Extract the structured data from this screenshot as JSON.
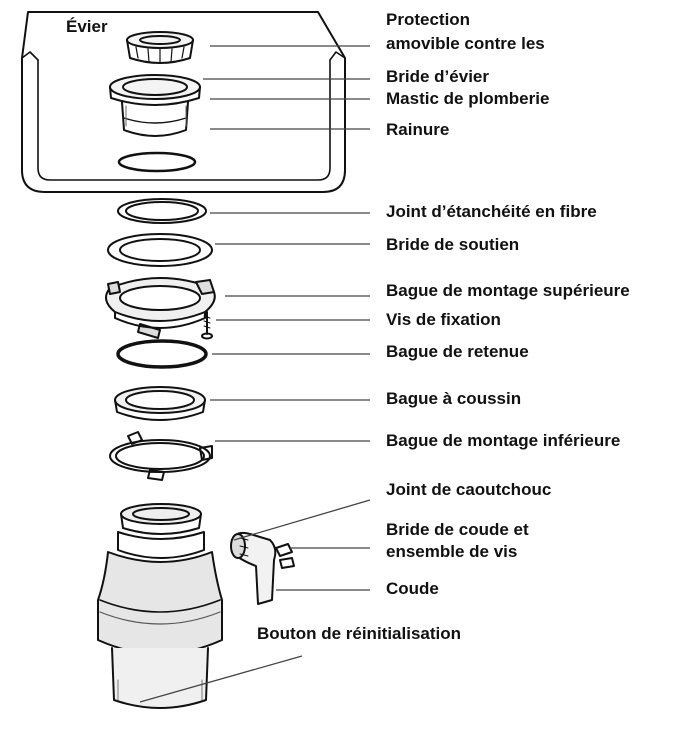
{
  "diagram": {
    "sink_label": "Évier",
    "labels": {
      "splash_guard_line1": "Protection",
      "splash_guard_line2": "amovible contre les",
      "sink_flange": "Bride d’évier",
      "plumbers_putty": "Mastic de plomberie",
      "groove": "Rainure",
      "fiber_gasket": "Joint d’étanchéité en fibre",
      "backup_flange": "Bride de soutien",
      "upper_mount_ring": "Bague de montage supérieure",
      "mounting_screw": "Vis de fixation",
      "snap_ring": "Bague de retenue",
      "cushion_ring": "Bague à coussin",
      "lower_mount_ring": "Bague de montage inférieure",
      "rubber_gasket": "Joint de caoutchouc",
      "elbow_flange_line1": "Bride de coude et",
      "elbow_flange_line2": "ensemble de vis",
      "elbow": "Coude",
      "reset_button": "Bouton de réinitialisation"
    },
    "colors": {
      "line": "#111111",
      "leader": "#444444",
      "shade": "#cfcfcf",
      "background": "#ffffff"
    }
  }
}
